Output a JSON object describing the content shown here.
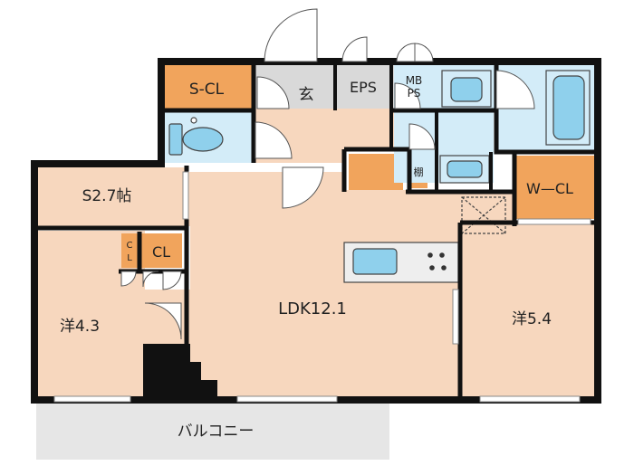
{
  "rooms": {
    "s_cl": "S-CL",
    "genkan": "玄",
    "eps": "EPS",
    "mb": "MB",
    "ps": "PS",
    "storage": "S2.7帖",
    "wcl": "W—CL",
    "cl_small_top": "C",
    "cl_small_bottom": "L",
    "cl": "CL",
    "ldk": "LDK12.1",
    "west_room": "洋4.3",
    "east_room": "洋5.4",
    "shelf": "棚",
    "balcony": "バルコニー"
  },
  "colors": {
    "room": "#f7d7be",
    "closet": "#f1a45c",
    "wet": "#d3ecf8",
    "hall": "#d9d9d9",
    "wall": "#111111",
    "balcony": "#e6e6e6"
  }
}
